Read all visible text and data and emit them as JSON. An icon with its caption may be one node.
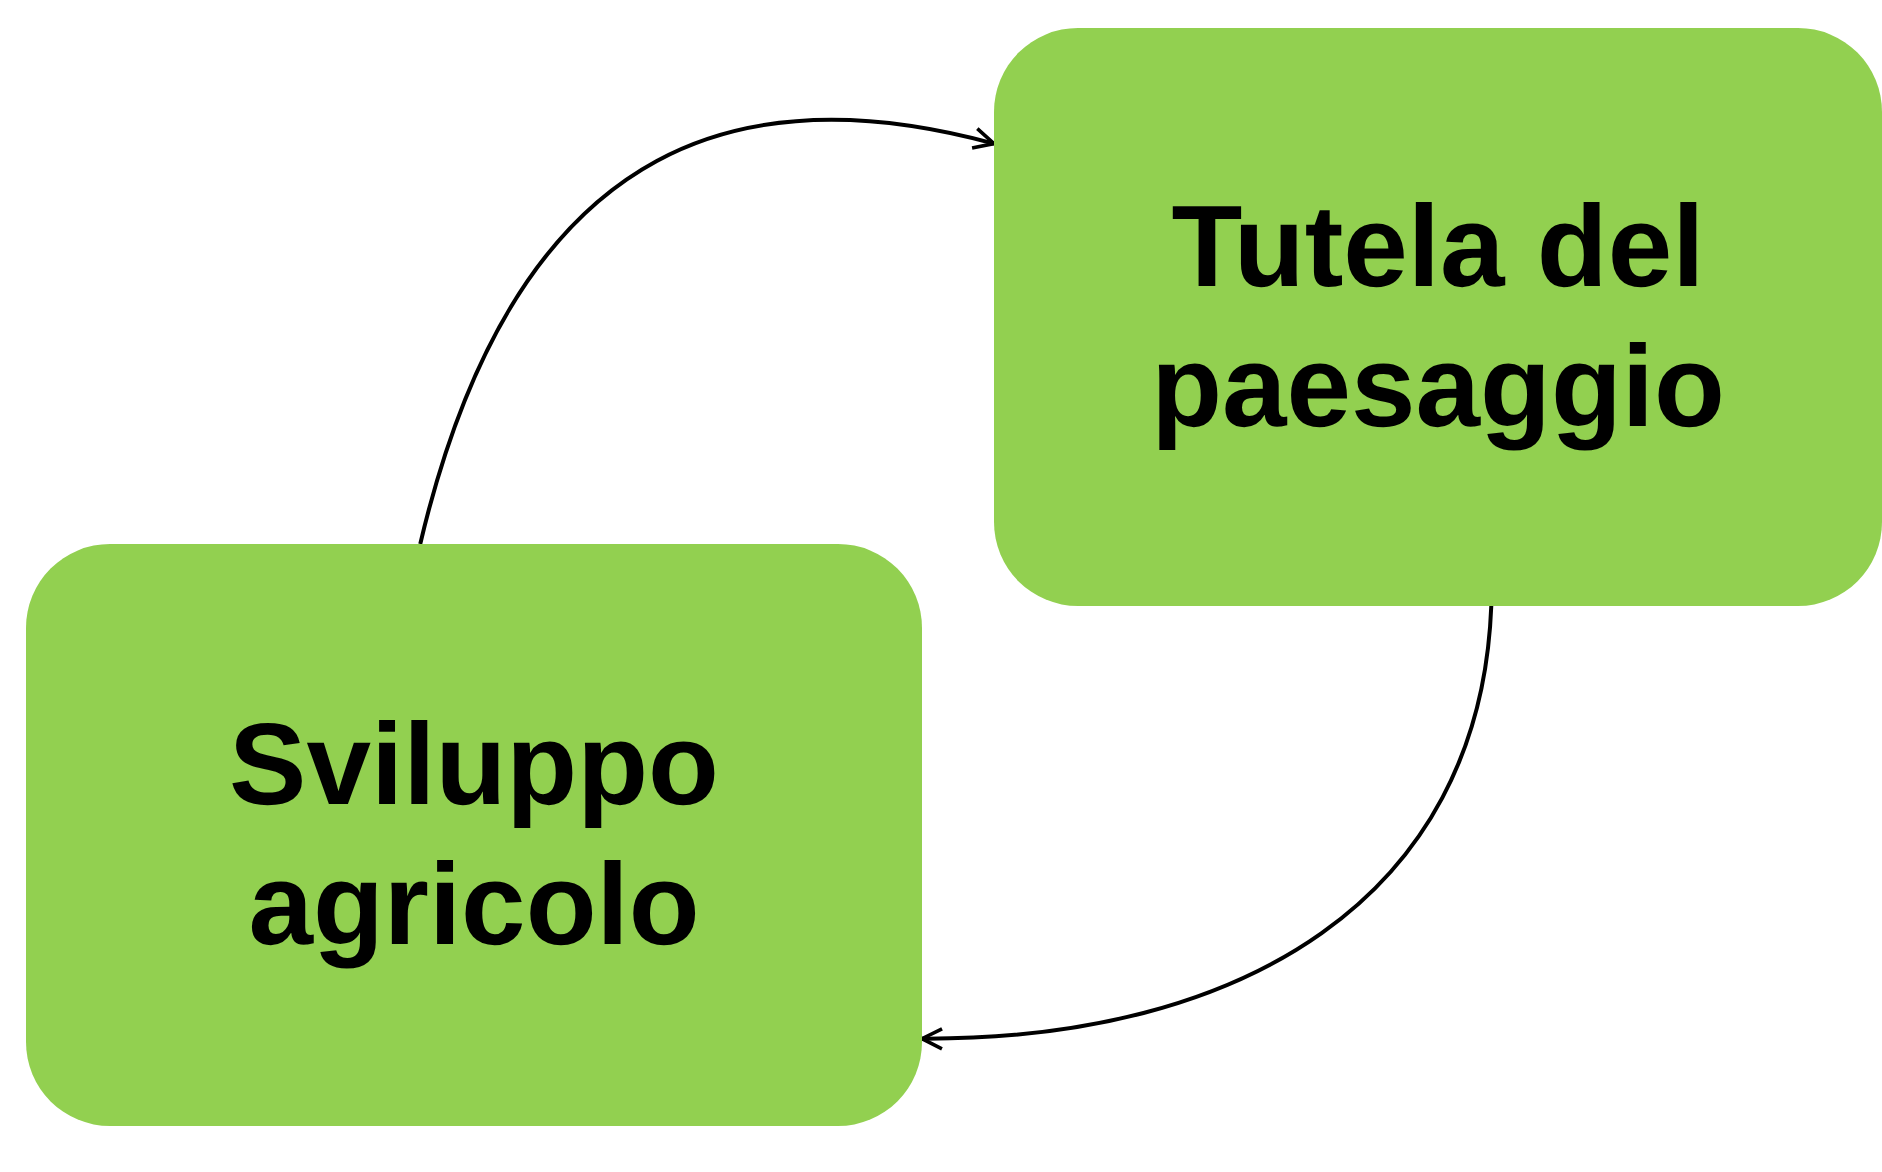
{
  "diagram": {
    "nodes": [
      {
        "text": [
          "Sviluppo agricolo"
        ]
      },
      {
        "text": [
          "Tutela del paesaggio"
        ]
      }
    ],
    "edges": [
      {
        "from": 0,
        "to": 1,
        "arrow": "to"
      },
      {
        "from": 1,
        "to": 0,
        "arrow": "to"
      }
    ]
  }
}
